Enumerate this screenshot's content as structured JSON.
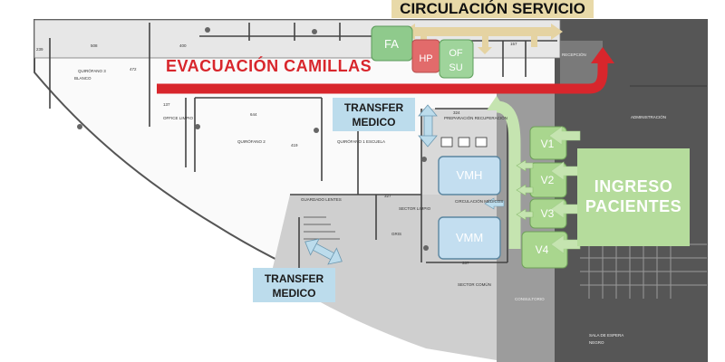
{
  "labels": {
    "circulacion_servicio": "CIRCULACIÓN SERVICIO",
    "evacuacion_camillas": "EVACUACIÓN CAMILLAS",
    "transfer_medico_1_line1": "TRANSFER",
    "transfer_medico_1_line2": "MEDICO",
    "transfer_medico_2_line1": "TRANSFER",
    "transfer_medico_2_line2": "MEDICO",
    "ingreso_line1": "INGRESO",
    "ingreso_line2": "PACIENTES"
  },
  "rooms": {
    "fa": "FA",
    "hp": "HP",
    "of": "OF",
    "su": "SU",
    "vmh": "VMH",
    "vmm": "VMM",
    "v1": "V1",
    "v2": "V2",
    "v3": "V3",
    "v4": "V4"
  },
  "plan_text": {
    "quirofano3": "QUIRÓFANO 3",
    "quirofano2": "QUIRÓFANO 2",
    "quirofano1": "QUIRÓFANO 1 ESCUELA",
    "office_limpio": "OFFICE LIMPIO",
    "preparacion_recuperacion": "PREPARACIÓN RECUPERACIÓN",
    "circulacion_medicos": "CIRCULACIÓN MÉDICOS",
    "sector_limpio": "SECTOR LIMPIO",
    "sector_comun": "SECTOR COMÚN",
    "guardado_lentes": "GUARDADO LENTES",
    "recepcion": "RECEPCIÓN",
    "administracion": "ADMINISTRACIÓN",
    "sala_de_espera": "SALA DE ESPERA",
    "consultorio": "CONSULTORIO",
    "blanco": "BLANCO",
    "gris": "GRIS",
    "negro": "NEGRO",
    "dim_508": "508",
    "dim_644": "644",
    "dim_400": "400",
    "dim_324": "324",
    "dim_337": "337",
    "dim_472": "472",
    "dim_419": "419",
    "dim_157": "157",
    "dim_137": "137",
    "dim_239": "239",
    "dim_327": "327"
  },
  "colors": {
    "evac_red": "#d8262c",
    "green_box": "#a9d68e",
    "green_arrow": "#c5e4b0",
    "blue_box": "#bcdcec",
    "gold_label": "#e8d9a8",
    "dark_gray": "#5c5c5c",
    "mid_gray": "#b5b5b5"
  }
}
